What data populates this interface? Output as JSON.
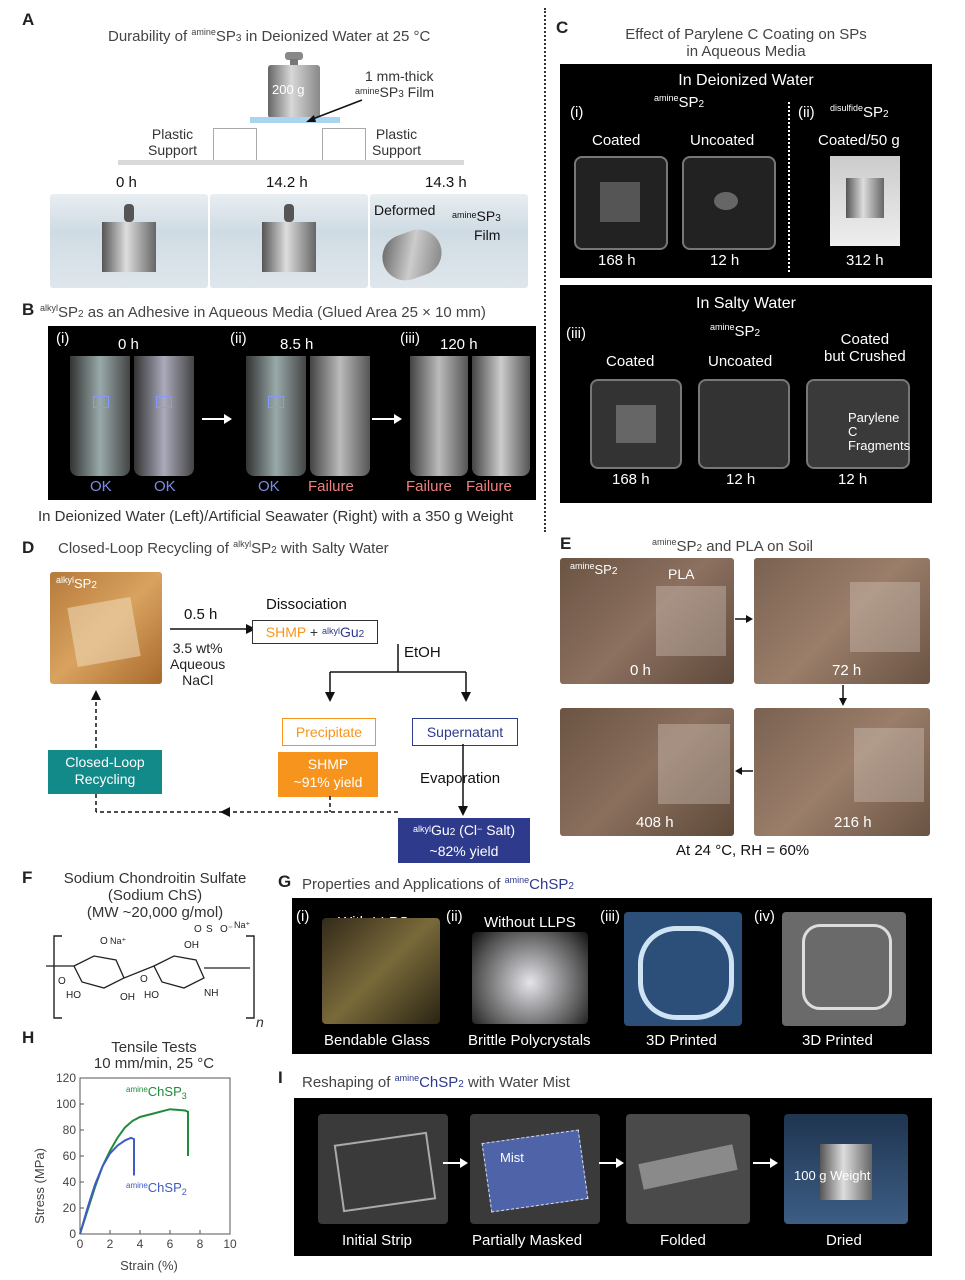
{
  "panelA": {
    "letter": "A",
    "title_a": "Durability of ",
    "title_sup": "amine",
    "title_b": "SP",
    "title_sub": "3",
    "title_c": " in Deionized Water at 25 °C",
    "weight": "200 g",
    "film_a": "1 mm-thick",
    "film_sup": "amine",
    "film_b": "SP",
    "film_sub": "3",
    "film_c": " Film",
    "support_left": "Plastic\nSupport",
    "support_right": "Plastic\nSupport",
    "times": [
      "0 h",
      "14.2 h",
      "14.3 h"
    ],
    "deformed": "Deformed",
    "photo_film_sup": "amine",
    "photo_film_b": "SP",
    "photo_film_sub": "3",
    "photo_film_c": "Film"
  },
  "panelB": {
    "letter": "B",
    "title_sup": "alkyl",
    "title_a": "SP",
    "title_sub": "2",
    "title_b": " as an Adhesive in Aqueous Media (Glued Area 25 × 10 mm)",
    "subpanels": [
      {
        "roman": "(i)",
        "time": "0 h",
        "left": "OK",
        "right": "OK"
      },
      {
        "roman": "(ii)",
        "time": "8.5 h",
        "left": "OK",
        "right": "Failure"
      },
      {
        "roman": "(iii)",
        "time": "120 h",
        "left": "Failure",
        "right": "Failure"
      }
    ],
    "caption": "In Deionized Water (Left)/Artificial Seawater (Right) with a 350 g Weight",
    "ok_color": "#7c8de0",
    "fail_color": "#f08080"
  },
  "panelC": {
    "letter": "C",
    "title_a": "Effect of Parylene C Coating on SPs",
    "title_b": "in Aqueous Media",
    "deionized": "In Deionized Water",
    "roman_i": "(i)",
    "i_sup": "amine",
    "i_label": "SP",
    "i_sub": "2",
    "coated": "Coated",
    "uncoated": "Uncoated",
    "roman_ii": "(ii)",
    "ii_sup": "disulfide",
    "ii_label": "SP",
    "ii_sub": "2",
    "coated50": "Coated/50 g",
    "times_top": [
      "168 h",
      "12 h",
      "312 h"
    ],
    "salty": "In Salty Water",
    "roman_iii": "(iii)",
    "iii_sup": "amine",
    "iii_label": "SP",
    "iii_sub": "2",
    "coated2": "Coated",
    "uncoated2": "Uncoated",
    "crushed_a": "Coated",
    "crushed_b": "but Crushed",
    "fragments_a": "Parylene C",
    "fragments_b": "Fragments",
    "times_bottom": [
      "168 h",
      "12 h",
      "12 h"
    ]
  },
  "panelD": {
    "letter": "D",
    "title_a": "Closed-Loop Recycling of ",
    "title_sup": "alkyl",
    "title_b": "SP",
    "title_sub": "2",
    "title_c": " with Salty Water",
    "photo_sup": "alkyl",
    "photo_label": "SP",
    "photo_sub": "2",
    "time": "0.5 h",
    "cond_a": "3.5 wt%",
    "cond_b": "Aqueous",
    "cond_c": "NaCl",
    "dissociation": "Dissociation",
    "shmp": "SHMP",
    "plus": " + ",
    "gu_sup": "alkyl",
    "gu": "Gu",
    "gu_sub": "2",
    "etoh": "EtOH",
    "precipitate": "Precipitate",
    "supernatant": "Supernatant",
    "shmp_yield_a": "SHMP",
    "shmp_yield_b": "~91% yield",
    "evaporation": "Evaporation",
    "gu_salt_sup": "alkyl",
    "gu_salt": "Gu",
    "gu_salt_sub": "2",
    "gu_salt_c": " (Cl",
    "gu_salt_minus": "−",
    "gu_salt_d": " Salt)",
    "gu_yield": "~82% yield",
    "closed_a": "Closed-Loop",
    "closed_b": "Recycling",
    "orange": "#f7941d",
    "navy": "#2e3a8c",
    "teal": "#138a8a"
  },
  "panelE": {
    "letter": "E",
    "title_sup": "amine",
    "title_a": "SP",
    "title_sub": "2",
    "title_b": " and PLA on Soil",
    "photo_sup": "amine",
    "photo_a": "SP",
    "photo_sub": "2",
    "pla": "PLA",
    "times": [
      "0 h",
      "72 h",
      "408 h",
      "216 h"
    ],
    "caption": "At 24 °C, RH = 60%"
  },
  "panelF": {
    "letter": "F",
    "title_a": "Sodium Chondroitin Sulfate",
    "title_b": "(Sodium ChS)",
    "title_c": "(MW ~20,000 g/mol)",
    "n": "n"
  },
  "panelG": {
    "letter": "G",
    "title_a": "Properties and Applications of ",
    "title_sup": "amine",
    "title_b": "ChSP",
    "title_sub": "2",
    "items": [
      {
        "roman": "(i)",
        "top": "With LLPS",
        "bottom": "Bendable Glass"
      },
      {
        "roman": "(ii)",
        "top": "Without LLPS",
        "bottom": "Brittle Polycrystals"
      },
      {
        "roman": "(iii)",
        "top": "",
        "bottom": "3D Printed"
      },
      {
        "roman": "(iv)",
        "top": "",
        "bottom": "3D Printed"
      }
    ]
  },
  "panelH": {
    "letter": "H",
    "title_a": "Tensile Tests",
    "title_b": "10 mm/min, 25 °C",
    "ylabel": "Stress (MPa)",
    "xlabel": "Strain (%)",
    "s3_sup": "amine",
    "s3": "ChSP",
    "s3_sub": "3",
    "s2_sup": "amine",
    "s2": "ChSP",
    "s2_sub": "2"
  },
  "panelI": {
    "letter": "I",
    "title_a": "Reshaping of ",
    "title_sup": "amine",
    "title_b": "ChSP",
    "title_sub": "2",
    "title_c": " with Water Mist",
    "steps": [
      "Initial Strip",
      "Partially Masked",
      "Folded",
      "Dried"
    ],
    "mist": "Mist",
    "weight": "100 g Weight"
  },
  "chart_data": {
    "type": "line",
    "title": "Tensile Tests",
    "subtitle": "10 mm/min, 25 °C",
    "xlabel": "Strain (%)",
    "ylabel": "Stress (MPa)",
    "xlim": [
      0,
      10
    ],
    "ylim": [
      0,
      120
    ],
    "xticks": [
      0,
      2,
      4,
      6,
      8,
      10
    ],
    "yticks": [
      0,
      20,
      40,
      60,
      80,
      100,
      120
    ],
    "series": [
      {
        "name": "amineChSP3",
        "color": "#1e8c3a",
        "x": [
          0,
          0.5,
          1.0,
          1.5,
          2.0,
          2.5,
          3.0,
          3.5,
          4.0,
          5.0,
          6.0,
          7.0,
          7.2,
          7.2
        ],
        "y": [
          0,
          18,
          36,
          52,
          64,
          74,
          82,
          87,
          90,
          93,
          96,
          95,
          94,
          60
        ]
      },
      {
        "name": "amineChSP2",
        "color": "#3f5bc4",
        "x": [
          0,
          0.5,
          1.0,
          1.5,
          2.0,
          2.5,
          3.0,
          3.4,
          3.6,
          3.6
        ],
        "y": [
          0,
          20,
          38,
          52,
          62,
          68,
          72,
          74,
          73,
          45
        ]
      }
    ]
  }
}
